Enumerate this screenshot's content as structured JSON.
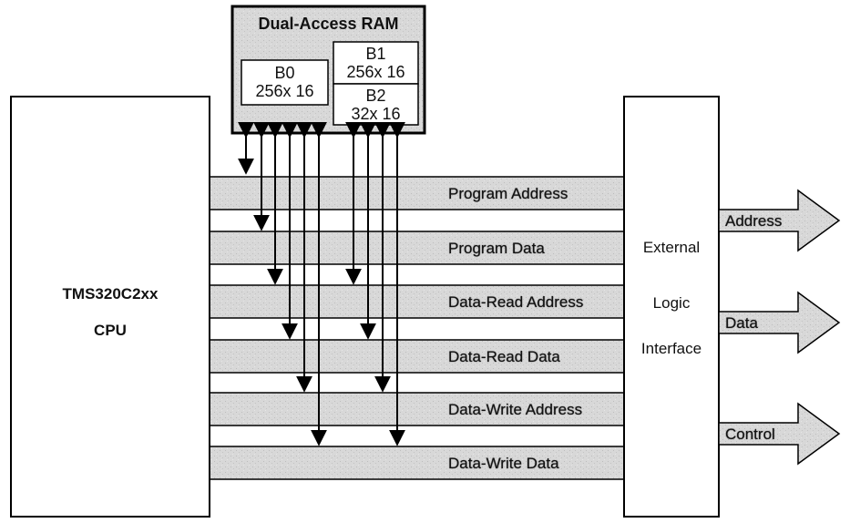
{
  "ram": {
    "title": "Dual-Access RAM",
    "b0": {
      "name": "B0",
      "size": "256x 16"
    },
    "b1": {
      "name": "B1",
      "size": "256x 16"
    },
    "b2": {
      "name": "B2",
      "size": "32x 16"
    }
  },
  "cpu": {
    "line1": "TMS320C2xx",
    "line2": "CPU"
  },
  "interface": {
    "line1": "External",
    "line2": "Logic",
    "line3": "Interface"
  },
  "buses": [
    "Program Address",
    "Program Data",
    "Data-Read Address",
    "Data-Read Data",
    "Data-Write Address",
    "Data-Write Data"
  ],
  "outputs": [
    "Address",
    "Data",
    "Control"
  ],
  "colors": {
    "bus_fill": "#d6d6d6",
    "ram_fill": "#cfcfcf",
    "line": "#000000"
  }
}
